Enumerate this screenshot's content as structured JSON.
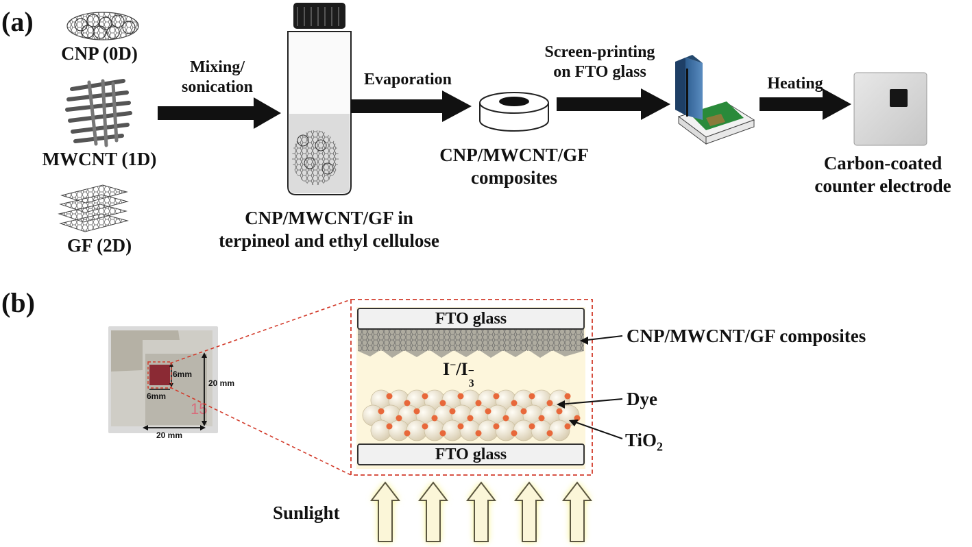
{
  "panel_a": {
    "label": "(a)",
    "materials": {
      "cnp": "CNP (0D)",
      "mwcnt": "MWCNT (1D)",
      "gf": "GF (2D)"
    },
    "steps": {
      "mixing_line1": "Mixing/",
      "mixing_line2": "sonication",
      "evaporation": "Evaporation",
      "screen_line1": "Screen-printing",
      "screen_line2": "on FTO glass",
      "heating": "Heating"
    },
    "products": {
      "vial_line1": "CNP/MWCNT/GF in",
      "vial_line2": "terpineol and ethyl cellulose",
      "composite_line1": "CNP/MWCNT/GF",
      "composite_line2": "composites",
      "electrode_line1": "Carbon-coated",
      "electrode_line2": "counter electrode"
    }
  },
  "panel_b": {
    "label": "(b)",
    "photo_dims": {
      "inner_height": "6mm",
      "inner_width": "6mm",
      "outer_height": "20 mm",
      "outer_width": "20 mm",
      "marker": "15"
    },
    "cell": {
      "top_glass": "FTO glass",
      "bottom_glass": "FTO glass",
      "electrolyte_main": "I",
      "electrolyte_sup1": "−",
      "electrolyte_sep": "/I",
      "electrolyte_sup2": "−",
      "electrolyte_sub2": "3"
    },
    "callouts": {
      "composite": "CNP/MWCNT/GF composites",
      "dye": "Dye",
      "tio2_main": "TiO",
      "tio2_sub": "2"
    },
    "sunlight": "Sunlight",
    "colors": {
      "dashed_box": "#d23a2a",
      "electrolyte_bg": "#fdf6dc",
      "dye": "#e8683a",
      "tio2": "#efe6d2",
      "arrow_glow": "#f6f07a"
    }
  }
}
